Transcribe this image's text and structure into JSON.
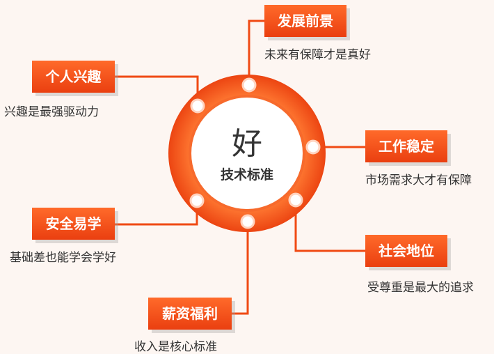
{
  "center": {
    "title": "好",
    "subtitle": "技术标准"
  },
  "items": [
    {
      "label": "发展前景",
      "desc": "未来有保障才是真好"
    },
    {
      "label": "个人兴趣",
      "desc": "兴趣是最强驱动力"
    },
    {
      "label": "工作稳定",
      "desc": "市场需求大才有保障"
    },
    {
      "label": "安全易学",
      "desc": "基础差也能学会学好"
    },
    {
      "label": "社会地位",
      "desc": "受尊重是最大的追求"
    },
    {
      "label": "薪资福利",
      "desc": "收入是核心标准"
    }
  ],
  "colors": {
    "accent": "#f04a14",
    "ring_inner": "#f76a2c",
    "line": "#f04a14",
    "text": "#333333"
  }
}
